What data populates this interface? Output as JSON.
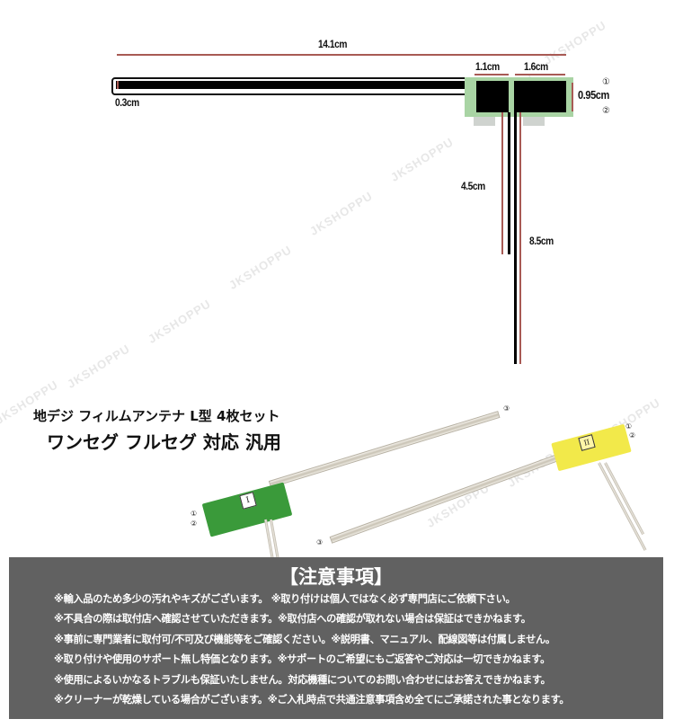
{
  "diagram": {
    "dimensions": {
      "total_length": "14.1cm",
      "left_pad": "1.1cm",
      "right_pad": "1.6cm",
      "pad_height": "0.95cm",
      "element_width": "0.3cm",
      "short_lead": "4.5cm",
      "long_lead": "8.5cm"
    },
    "terminal_markers": [
      "①",
      "②"
    ]
  },
  "watermark_text": "JKSHOPPU",
  "product": {
    "title_line1": "地デジ フィルムアンテナ L型 4枚セット",
    "title_line2": "ワンセグ フルセグ 対応 汎用",
    "antenna_green": {
      "label": "I",
      "color": "#3a9a3a",
      "markers": [
        "①",
        "②",
        "③"
      ]
    },
    "antenna_yellow": {
      "label": "II",
      "color": "#f2e94a",
      "markers": [
        "①",
        "②",
        "③"
      ]
    }
  },
  "notice": {
    "title": "【注意事項】",
    "lines": [
      "※輸入品のため多少の汚れやキズがございます。 ※取り付けは個人ではなく必ず専門店にご依頼下さい。",
      "※不具合の際は取付店へ確認させていただきます。※取付店への確認が取れない場合は保証はできかねます。",
      "※事前に専門業者に取付可/不可及び機能等をご確認ください。※説明書、マニュアル、配線図等は付属しません。",
      "※取り付けや使用のサポート無し特価となります。※サポートのご希望にもご返答やご対応は一切できかねます。",
      "※使用によるいかなるトラブルも保証いたしません。対応機種についてのお問い合わせにはお答えできかねます。",
      "※クリーナーが乾燥している場合がございます。※ご入札時点で共通注意事項含め全てにご承諾された事となります。"
    ]
  },
  "colors": {
    "dimension_line": "#a85a54",
    "pad_green": "#a9d4a4",
    "notice_bg": "#616161"
  }
}
